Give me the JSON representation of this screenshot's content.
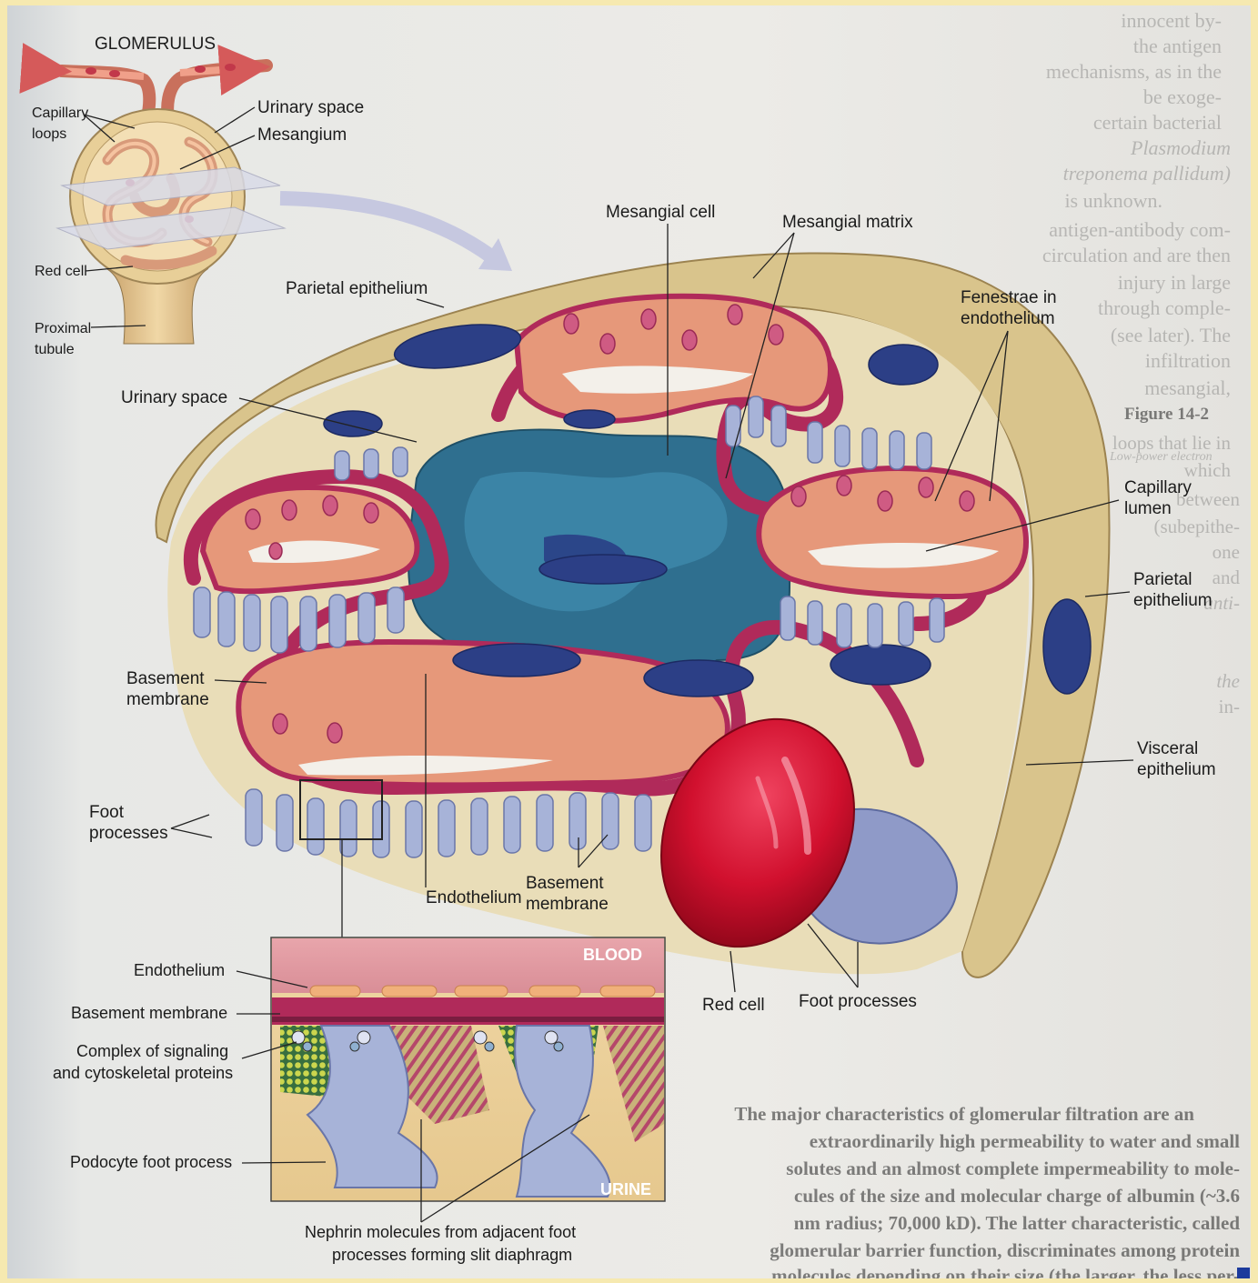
{
  "colors": {
    "page_border": "#f6e9b0",
    "capsule_tan": "#d9c48c",
    "capillary_salmon": "#e6987a",
    "basement_membrane_magenta": "#b02a5a",
    "mesangium_teal": "#2f6f8f",
    "mesangial_cell_navy": "#2c3f86",
    "foot_process_blue": "#a7b3d8",
    "red_cell": "#d4102e",
    "nephrin_green": "#a9c23a"
  },
  "inset": {
    "title": "GLOMERULUS",
    "labels": {
      "capillary_loops": [
        "Capillary",
        "loops"
      ],
      "urinary_space": "Urinary space",
      "mesangium": "Mesangium",
      "red_cell": "Red cell",
      "proximal_tubule": [
        "Proximal",
        "tubule"
      ]
    }
  },
  "main_labels": {
    "mesangial_cell": "Mesangial cell",
    "mesangial_matrix": "Mesangial matrix",
    "parietal_epithelium_top": "Parietal epithelium",
    "fenestrae": [
      "Fenestrae in",
      "endothelium"
    ],
    "urinary_space": "Urinary space",
    "capillary_lumen": [
      "Capillary",
      "lumen"
    ],
    "parietal_epithelium_right": [
      "Parietal",
      "epithelium"
    ],
    "basement_membrane": [
      "Basement",
      "membrane"
    ],
    "visceral_epithelium": [
      "Visceral",
      "epithelium"
    ],
    "foot_processes_left": [
      "Foot",
      "processes"
    ],
    "endothelium": "Endothelium",
    "basement_membrane_bottom": [
      "Basement",
      "membrane"
    ],
    "red_cell": "Red cell",
    "foot_processes_bottom": "Foot processes"
  },
  "detail": {
    "blood": "BLOOD",
    "urine": "URINE",
    "endothelium": "Endothelium",
    "basement_membrane": "Basement membrane",
    "complex": [
      "Complex of signaling",
      "and cytoskeletal proteins"
    ],
    "podocyte": "Podocyte foot process",
    "nephrin": [
      "Nephrin molecules from adjacent foot",
      "processes forming slit diaphragm"
    ]
  },
  "background_page": {
    "top_right_lines": [
      "innocent by-",
      "the antigen",
      "mechanisms, as in the",
      "be exoge-",
      "certain bacterial",
      "Plasmodium",
      "treponema pallidum)",
      "is unknown.",
      "antigen-antibody com-",
      "circulation and are then",
      "injury in large",
      "through comple-",
      "(see later). The",
      "infiltration",
      "mesangial,"
    ],
    "figure_ref": "Figure 14-2",
    "figure_caption": "Low-power electron",
    "right_lines": [
      "loops that lie in",
      "which",
      "between",
      "(subepithe-",
      "one",
      "and",
      "anti-",
      "the",
      "in-"
    ],
    "bottom_lines": [
      "The major characteristics of glomerular filtration are an",
      "extraordinarily high permeability to water and small",
      "solutes and an almost complete impermeability to mole-",
      "cules of the size and molecular charge of albumin (~3.6",
      "nm radius; 70,000 kD). The latter characteristic, called",
      "glomerular barrier function, discriminates among protein",
      "molecules depending on their size (the larger, the less per-"
    ]
  }
}
